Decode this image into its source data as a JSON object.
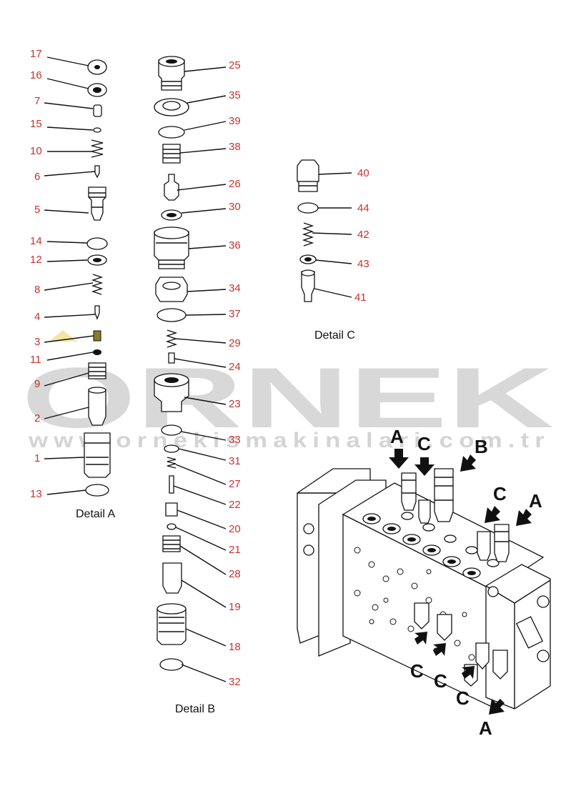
{
  "watermark": {
    "brand": "ORNEK",
    "url": "www.ornekismakinalari.com.tr"
  },
  "detail_a": {
    "caption": "Detail A",
    "labels": [
      "17",
      "16",
      "7",
      "15",
      "10",
      "6",
      "5",
      "14",
      "12",
      "8",
      "4",
      "3",
      "11",
      "9",
      "2",
      "1",
      "13"
    ]
  },
  "detail_b": {
    "caption": "Detail B",
    "labels": [
      "25",
      "35",
      "39",
      "38",
      "26",
      "30",
      "36",
      "34",
      "37",
      "29",
      "24",
      "23",
      "33",
      "31",
      "27",
      "22",
      "20",
      "21",
      "28",
      "19",
      "18",
      "32"
    ]
  },
  "detail_c": {
    "caption": "Detail C",
    "labels": [
      "40",
      "44",
      "42",
      "43",
      "41"
    ]
  },
  "callouts": [
    "A",
    "C",
    "B",
    "C",
    "A",
    "C",
    "C",
    "C",
    "A"
  ],
  "colors": {
    "part_number": "#c8322e",
    "line_art": "#111111",
    "watermark": "#d8d8d8",
    "background": "#ffffff"
  }
}
